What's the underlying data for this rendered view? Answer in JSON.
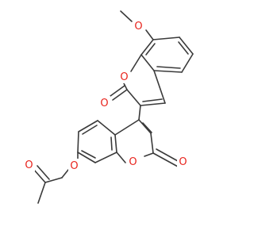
{
  "structure": {
    "atom_labels": {
      "methoxy_oxygen": "O",
      "upper_ring_oxygen": "O",
      "upper_carbonyl_oxygen": "O",
      "lower_ring_oxygen": "O",
      "lower_carbonyl_oxygen": "O",
      "ether_oxygen": "O",
      "ketone_oxygen": "O"
    },
    "colors": {
      "bond": "#3a3a3a",
      "oxygen": "#e8231c",
      "background": "#ffffff"
    }
  }
}
